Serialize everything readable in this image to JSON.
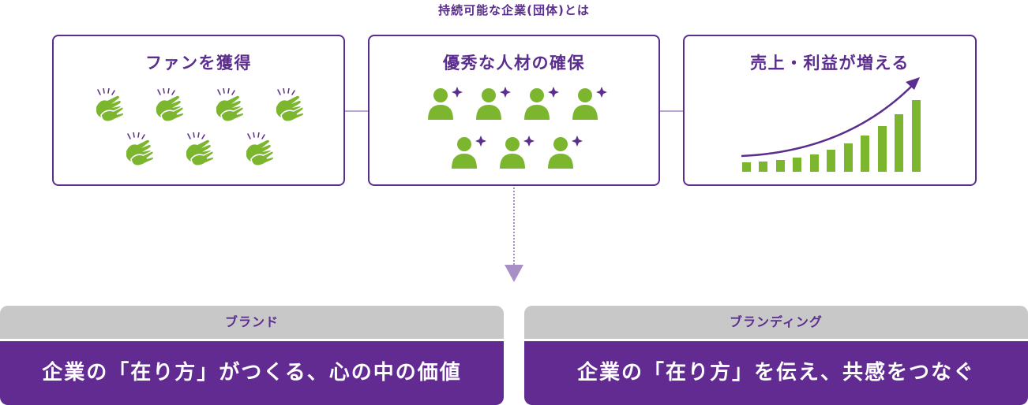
{
  "title": "持続可能な企業(団体)とは",
  "cards": [
    {
      "title": "ファンを獲得",
      "icon": "clapping-hands-icon",
      "icon_count": 7
    },
    {
      "title": "優秀な人材の確保",
      "icon": "person-sparkle-icon",
      "icon_count": 7
    },
    {
      "title": "売上・利益が増える",
      "icon": "growth-bar-chart-icon"
    }
  ],
  "revenue_chart": {
    "bar_count": 11,
    "trend": "rising curve with arrow"
  },
  "bottom": [
    {
      "heading": "ブランド",
      "text": "企業の「在り方」がつくる、心の中の価値"
    },
    {
      "heading": "ブランディング",
      "text": "企業の「在り方」を伝え、共感をつなぐ"
    }
  ],
  "colors": {
    "purple": "#5b2d8e",
    "dark_purple": "#622b91",
    "green": "#7cb52e",
    "gray": "#c8c8c8",
    "light_purple": "#a88fc6"
  }
}
